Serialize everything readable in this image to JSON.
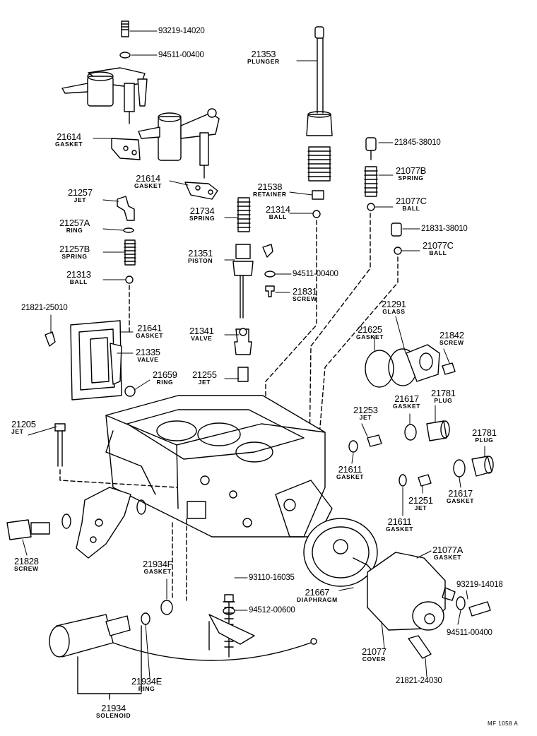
{
  "labels": {
    "l21353": {
      "num": "21353",
      "name": "PLUNGER"
    },
    "l21614a": {
      "num": "21614",
      "name": "GASKET"
    },
    "l21614b": {
      "num": "21614",
      "name": "GASKET"
    },
    "l21257": {
      "num": "21257",
      "name": "JET"
    },
    "l21257A": {
      "num": "21257A",
      "name": "RING"
    },
    "l21257B": {
      "num": "21257B",
      "name": "SPRING"
    },
    "l21313": {
      "num": "21313",
      "name": "BALL"
    },
    "l21538": {
      "num": "21538",
      "name": "RETAINER"
    },
    "l21734": {
      "num": "21734",
      "name": "SPRING"
    },
    "l21314": {
      "num": "21314",
      "name": "BALL"
    },
    "l21077B": {
      "num": "21077B",
      "name": "SPRING"
    },
    "l21077Ca": {
      "num": "21077C",
      "name": "BALL"
    },
    "l21077Cb": {
      "num": "21077C",
      "name": "BALL"
    },
    "l21351": {
      "num": "21351",
      "name": "PISTON"
    },
    "l21831": {
      "num": "21831",
      "name": "SCREW"
    },
    "l21291": {
      "num": "21291",
      "name": "GLASS"
    },
    "l21641": {
      "num": "21641",
      "name": "GASKET"
    },
    "l21335": {
      "num": "21335",
      "name": "VALVE"
    },
    "l21659": {
      "num": "21659",
      "name": "RING"
    },
    "l21341": {
      "num": "21341",
      "name": "VALVE"
    },
    "l21255": {
      "num": "21255",
      "name": "JET"
    },
    "l21625": {
      "num": "21625",
      "name": "GASKET"
    },
    "l21842": {
      "num": "21842",
      "name": "SCREW"
    },
    "l21617a": {
      "num": "21617",
      "name": "GASKET"
    },
    "l21781a": {
      "num": "21781",
      "name": "PLUG"
    },
    "l21253": {
      "num": "21253",
      "name": "JET"
    },
    "l21781b": {
      "num": "21781",
      "name": "PLUG"
    },
    "l21205": {
      "num": "21205",
      "name": "JET"
    },
    "l21611a": {
      "num": "21611",
      "name": "GASKET"
    },
    "l21617b": {
      "num": "21617",
      "name": "GASKET"
    },
    "l21251": {
      "num": "21251",
      "name": "JET"
    },
    "l21611b": {
      "num": "21611",
      "name": "GASKET"
    },
    "l21828": {
      "num": "21828",
      "name": "SCREW"
    },
    "l21077A": {
      "num": "21077A",
      "name": "GASKET"
    },
    "l21934F": {
      "num": "21934F",
      "name": "GASKET"
    },
    "l21667": {
      "num": "21667",
      "name": "DIAPHRAGM"
    },
    "l21077": {
      "num": "21077",
      "name": "COVER"
    },
    "l21934E": {
      "num": "21934E",
      "name": "RING"
    },
    "l21934": {
      "num": "21934",
      "name": "SOLENOID"
    }
  },
  "part_numbers": {
    "p9321914020": "93219-14020",
    "p9451100400a": "94511-00400",
    "p2184538010": "21845-38010",
    "p2183138010": "21831-38010",
    "p9451100400b": "94511-00400",
    "p2182125010": "21821-25010",
    "p9311016035": "93110-16035",
    "p9451200600": "94512-00600",
    "p9321914018": "93219-14018",
    "p9451100400c": "94511-00400",
    "p2182124030": "21821-24030"
  },
  "figure_ref": "MF 1058 A"
}
